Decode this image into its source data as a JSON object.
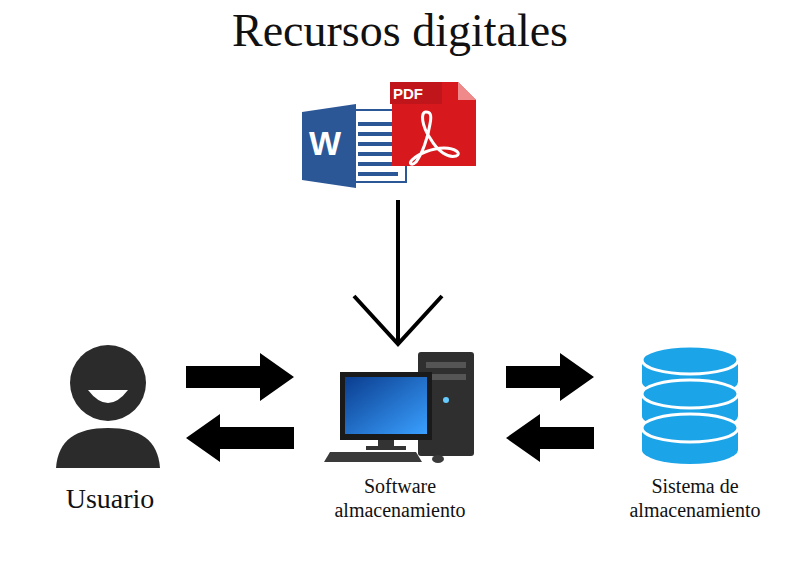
{
  "diagram": {
    "title": "Recursos digitales",
    "nodes": [
      {
        "text": [
          "W",
          "PDF"
        ]
      },
      {
        "text": [
          "Usuario"
        ]
      },
      {
        "text": [
          "Software almacenamiento"
        ]
      },
      {
        "text": [
          "Sistema de almacenamiento"
        ]
      }
    ],
    "edges": [
      {
        "from": 0,
        "to": 2,
        "arrow": "to"
      },
      {
        "from": 1,
        "to": 2,
        "arrow": "to"
      },
      {
        "from": 2,
        "to": 1,
        "arrow": "to"
      },
      {
        "from": 2,
        "to": 3,
        "arrow": "to"
      },
      {
        "from": 3,
        "to": 2,
        "arrow": "to"
      }
    ]
  }
}
